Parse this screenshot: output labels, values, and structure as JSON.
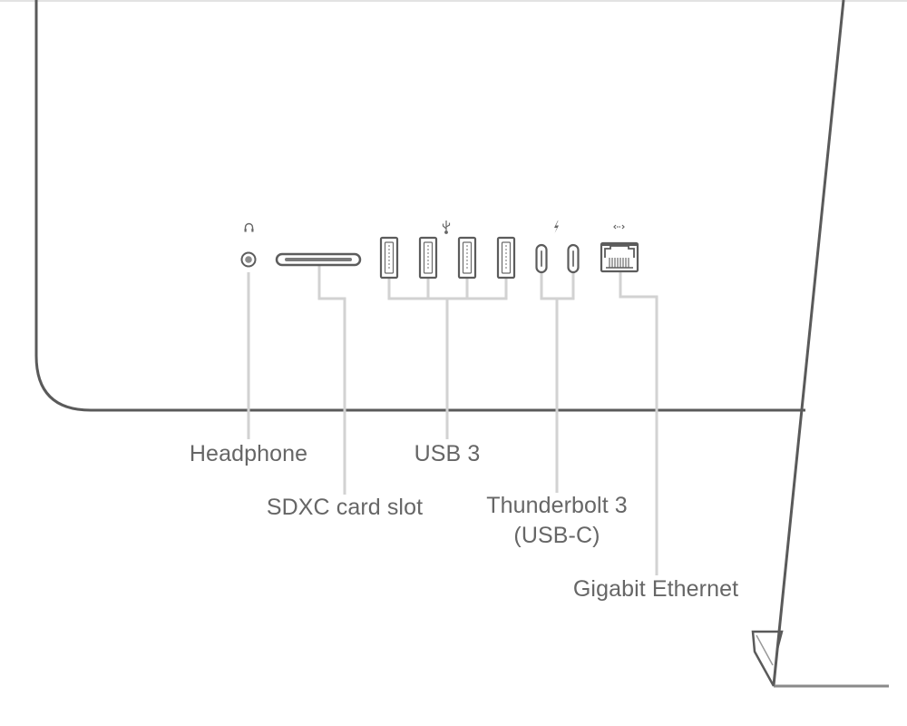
{
  "labels": {
    "headphone": "Headphone",
    "sdxc": "SDXC card slot",
    "usb3": "USB 3",
    "thunderbolt_line1": "Thunderbolt 3",
    "thunderbolt_line2": "(USB-C)",
    "ethernet": "Gigabit Ethernet"
  },
  "port_counts": {
    "usb_a": 4,
    "thunderbolt": 2
  },
  "icons": {
    "headphone": "headphone-icon",
    "usb": "usb-icon",
    "thunderbolt": "thunderbolt-icon",
    "ethernet": "ethernet-arrows-icon"
  },
  "colors": {
    "device_outline": "#5a5a5a",
    "leader_lines": "#d2d2d2",
    "label_text": "#666666",
    "port_outline": "#5c5c5c",
    "background": "#ffffff"
  }
}
